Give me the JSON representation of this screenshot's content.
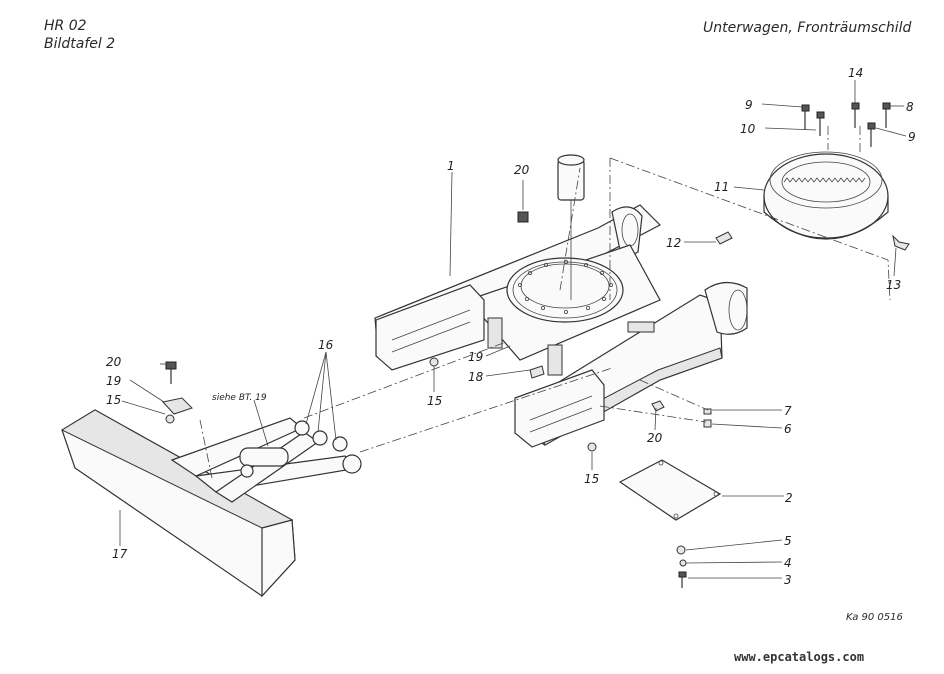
{
  "header": {
    "model": "HR 02",
    "plate": "Bildtafel 2",
    "title": "Unterwagen, Fronträumschild"
  },
  "callouts": {
    "c1": "1",
    "c2": "2",
    "c3": "3",
    "c4": "4",
    "c5": "5",
    "c6": "6",
    "c7": "7",
    "c8": "8",
    "c9a": "9",
    "c9b": "9",
    "c10": "10",
    "c11": "11",
    "c12": "12",
    "c13": "13",
    "c14": "14",
    "c15a": "15",
    "c15b": "15",
    "c15c": "15",
    "c16": "16",
    "c17": "17",
    "c18": "18",
    "c19a": "19",
    "c19b": "19",
    "c20a": "20",
    "c20b": "20",
    "c20c": "20"
  },
  "note": "siehe BT. 19",
  "drawing_ref": "Ka 90 0516",
  "watermark": "www.epcatalogs.com"
}
